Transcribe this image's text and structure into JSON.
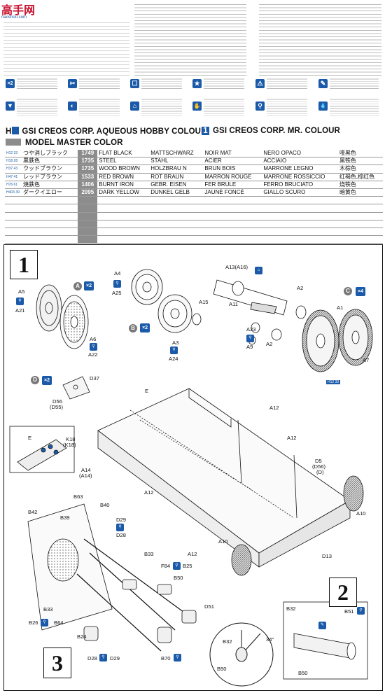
{
  "watermark": {
    "logo_text": "高手网",
    "site_text": "naoshou.com"
  },
  "legend": {
    "symbols": [
      {
        "glyph": "×2",
        "icon": "repeat-icon"
      },
      {
        "glyph": "✂",
        "icon": "cut-icon"
      },
      {
        "glyph": "☐",
        "icon": "option-icon"
      },
      {
        "glyph": "★",
        "icon": "star-icon"
      },
      {
        "glyph": "⚠",
        "icon": "caution-icon"
      },
      {
        "glyph": "✎",
        "icon": "paint-icon"
      },
      {
        "glyph": "▼",
        "icon": "glue-icon"
      },
      {
        "glyph": "◐",
        "icon": "decal-icon"
      },
      {
        "glyph": "⌂",
        "icon": "assembly-icon"
      },
      {
        "glyph": "✋",
        "icon": "hand-icon"
      },
      {
        "glyph": "⚲",
        "icon": "cement-icon"
      },
      {
        "glyph": "💧",
        "icon": "water-icon"
      }
    ]
  },
  "color_header": {
    "aqueous_mark": "H",
    "aqueous_title": "GSI CREOS CORP. AQUEOUS HOBBY COLOUR",
    "mr_mark": "1",
    "mr_title": "GSI CREOS CORP. MR. COLOUR",
    "model_master": "MODEL MASTER COLOR"
  },
  "colors": [
    {
      "ref": "H12 33",
      "jp": "つや消しブラック",
      "code": "1749",
      "en": "FLAT BLACK",
      "de": "MATTSCHWARZ",
      "fr": "NOIR MAT",
      "it": "NERO OPACO",
      "cn": "哑黑色"
    },
    {
      "ref": "H18 28",
      "jp": "黒鉄色",
      "code": "1735",
      "en": "STEEL",
      "de": "STAHL",
      "fr": "ACIER",
      "it": "ACCIAIO",
      "cn": "黑铁色"
    },
    {
      "ref": "H37 43",
      "jp": "ウッドブラウン",
      "code": "1735",
      "en": "WOOD BROWN",
      "de": "HOLZBRAU N",
      "fr": "BRUN BOIS",
      "it": "MARRONE LEGNO",
      "cn": "木棕色"
    },
    {
      "ref": "H47 41",
      "jp": "レッドブラウン",
      "code": "1533",
      "en": "RED BROWN",
      "de": "ROT BRAUN",
      "fr": "MARRON ROUGE",
      "it": "MARRONE ROSSICCIO",
      "cn": "红褐色,棕红色"
    },
    {
      "ref": "H76 61",
      "jp": "焼鉄色",
      "code": "1406",
      "en": "BURNT IRON",
      "de": "GEBR. EISEN",
      "fr": "FER BRULE",
      "it": "FERRO BRUCIATO",
      "cn": "烧铁色"
    },
    {
      "ref": "H403 39",
      "jp": "ダークイエロー",
      "code": "2095",
      "en": "DARK YELLOW",
      "de": "DUNKEL GELB",
      "fr": "JAUNĖ FONCĖ",
      "it": "GIALLO SCURO",
      "cn": "暗黄色"
    },
    {
      "ref": "",
      "jp": "",
      "code": "",
      "en": "",
      "de": "",
      "fr": "",
      "it": "",
      "cn": ""
    },
    {
      "ref": "",
      "jp": "",
      "code": "",
      "en": "",
      "de": "",
      "fr": "",
      "it": "",
      "cn": ""
    },
    {
      "ref": "",
      "jp": "",
      "code": "",
      "en": "",
      "de": "",
      "fr": "",
      "it": "",
      "cn": ""
    },
    {
      "ref": "",
      "jp": "",
      "code": "",
      "en": "",
      "de": "",
      "fr": "",
      "it": "",
      "cn": ""
    },
    {
      "ref": "",
      "jp": "",
      "code": "",
      "en": "",
      "de": "",
      "fr": "",
      "it": "",
      "cn": ""
    },
    {
      "ref": "",
      "jp": "",
      "code": "",
      "en": "",
      "de": "",
      "fr": "",
      "it": "",
      "cn": ""
    }
  ],
  "steps": {
    "one": "1",
    "two": "2",
    "three": "3"
  },
  "parts_step1": {
    "A5": "A5",
    "A21": "A21",
    "A6": "A6",
    "A22": "A22",
    "A4": "A4",
    "A25": "A25",
    "A3": "A3",
    "A24": "A24",
    "A15": "A15",
    "A13": "A13(A16)",
    "A11": "A11",
    "A23": "A23",
    "A9": "A9",
    "A2a": "A2",
    "A2b": "A2",
    "A1": "A1",
    "A7": "A7",
    "circA": "A",
    "circB": "B",
    "circC": "C",
    "circD": "D",
    "x2a": "×2",
    "x2b": "×2",
    "x4": "×4",
    "x2d": "×2",
    "D37": "D37",
    "D56": "D56",
    "D55": "(D55)",
    "paint_ref": "H12 33"
  },
  "parts_step2": {
    "E": "E",
    "E_inset": "E",
    "K18": "K18",
    "K18b": "(K18)",
    "A12a": "A12",
    "A12b": "A12",
    "A12c": "A12",
    "A12d": "A12",
    "A14": "A14",
    "A14b": "(A14)",
    "D5": "D5",
    "D56": "(D56)",
    "D": "(D)",
    "A10a": "A10",
    "A10b": "A10",
    "D13": "D13"
  },
  "parts_step3": {
    "B63": "B63",
    "B40": "B40",
    "B42": "B42",
    "B39": "B39",
    "D29": "D29",
    "D28": "D28",
    "B33a": "B33",
    "B33b": "B33",
    "F84": "F84",
    "B25": "B25",
    "B50": "B50",
    "D51": "D51",
    "B26": "B26",
    "B64": "B64",
    "B24": "B24",
    "D28b": "D28",
    "D29b": "D29",
    "B70": "B70"
  },
  "inset_detail": {
    "B32": "B32",
    "angle": "34°",
    "B50": "B50"
  },
  "inset_right": {
    "B32": "B32",
    "B51": "B51",
    "B50": "B50"
  }
}
